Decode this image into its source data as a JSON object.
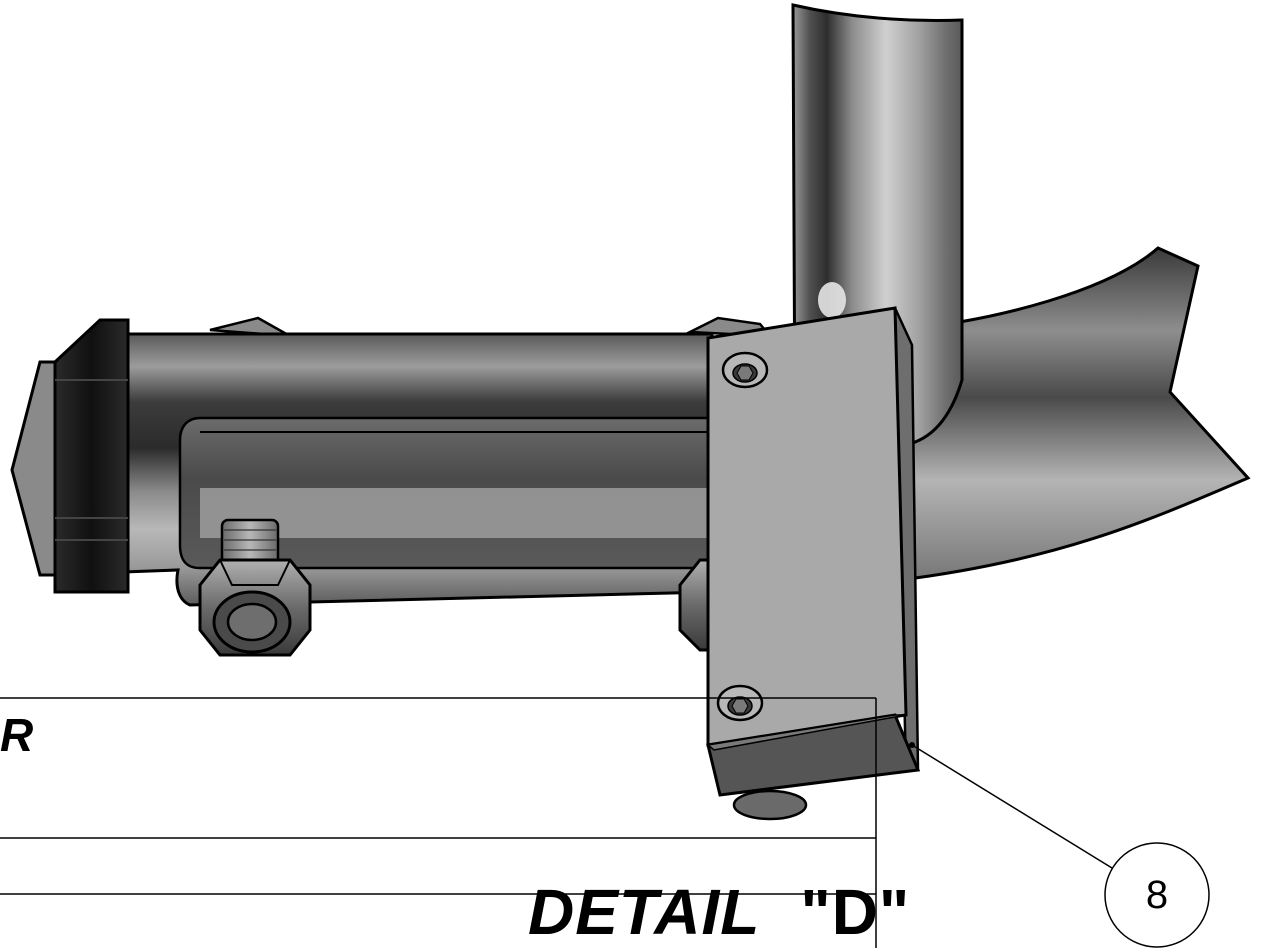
{
  "drawing": {
    "title_word": "DETAIL",
    "title_letter": "\"D\"",
    "balloon_number": "8",
    "table_fragment_text": "R"
  },
  "colors": {
    "outline": "#000000",
    "steel_light": "#c8c8c8",
    "steel_mid": "#8c8c8c",
    "steel_dark": "#3a3a3a",
    "plate_face": "#a9a9a9",
    "foot_dark": "#555555",
    "cap_black": "#1a1a1a"
  },
  "icons": {
    "balloon": "callout-balloon-icon",
    "leader": "leader-line-icon"
  }
}
